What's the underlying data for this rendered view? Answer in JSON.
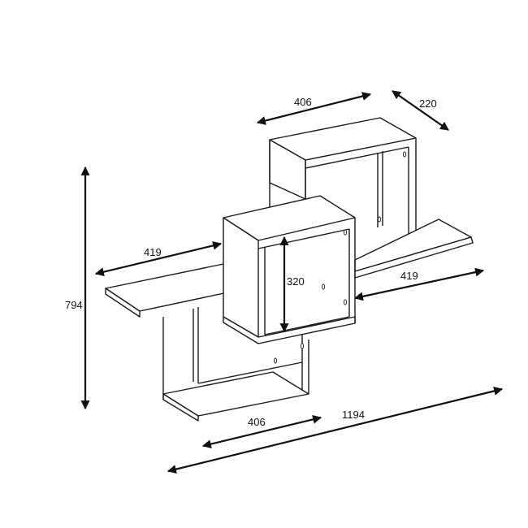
{
  "dimensions": {
    "top_width": "406",
    "depth": "220",
    "left_shelf": "419",
    "right_shelf": "419",
    "inner_height": "320",
    "total_height": "794",
    "bottom_width": "406",
    "total_width": "1194"
  },
  "colors": {
    "line": "#1a1a1a",
    "background": "#ffffff"
  },
  "icons": {
    "arrow": "arrowhead-icon"
  }
}
